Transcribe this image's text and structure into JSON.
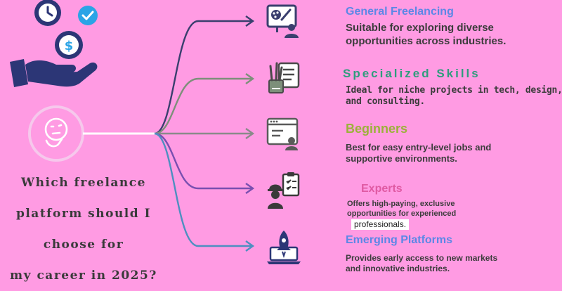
{
  "question": {
    "lines": [
      "Which freelance",
      "platform should I",
      "choose for",
      "my career in 2025?"
    ]
  },
  "colors": {
    "background": "#ff9be3",
    "general": "#3a3f6e",
    "specialized": "#7d8f7a",
    "beginners": "#8a8a8a",
    "experts": "#7a4fb0",
    "emerging": "#4e8fc0"
  },
  "branches": [
    {
      "title": "General Freelancing",
      "title_color": "#5c87e6",
      "desc_lines": [
        "Suitable for exploring diverse",
        "opportunities across industries."
      ],
      "icon": "designer-at-monitor-icon"
    },
    {
      "title": "Specialized Skills",
      "title_color": "#2e9d7c",
      "desc_lines": [
        "Ideal for niche projects in tech, design,",
        "and consulting."
      ],
      "icon": "tools-and-document-icon"
    },
    {
      "title": "Beginners",
      "title_color": "#9cb13a",
      "desc_lines": [
        "Best for easy entry-level jobs and",
        "supportive environments."
      ],
      "icon": "browser-profile-icon"
    },
    {
      "title": "Experts",
      "title_color": "#e05aa3",
      "desc_lines": [
        "Offers high-paying, exclusive",
        "opportunities for experienced",
        "professionals."
      ],
      "icon": "engineer-checklist-icon"
    },
    {
      "title": "Emerging Platforms",
      "title_color": "#5c87e6",
      "desc_lines": [
        "Provides early access to new markets",
        "and innovative industries."
      ],
      "icon": "rocket-laptop-icon"
    }
  ]
}
